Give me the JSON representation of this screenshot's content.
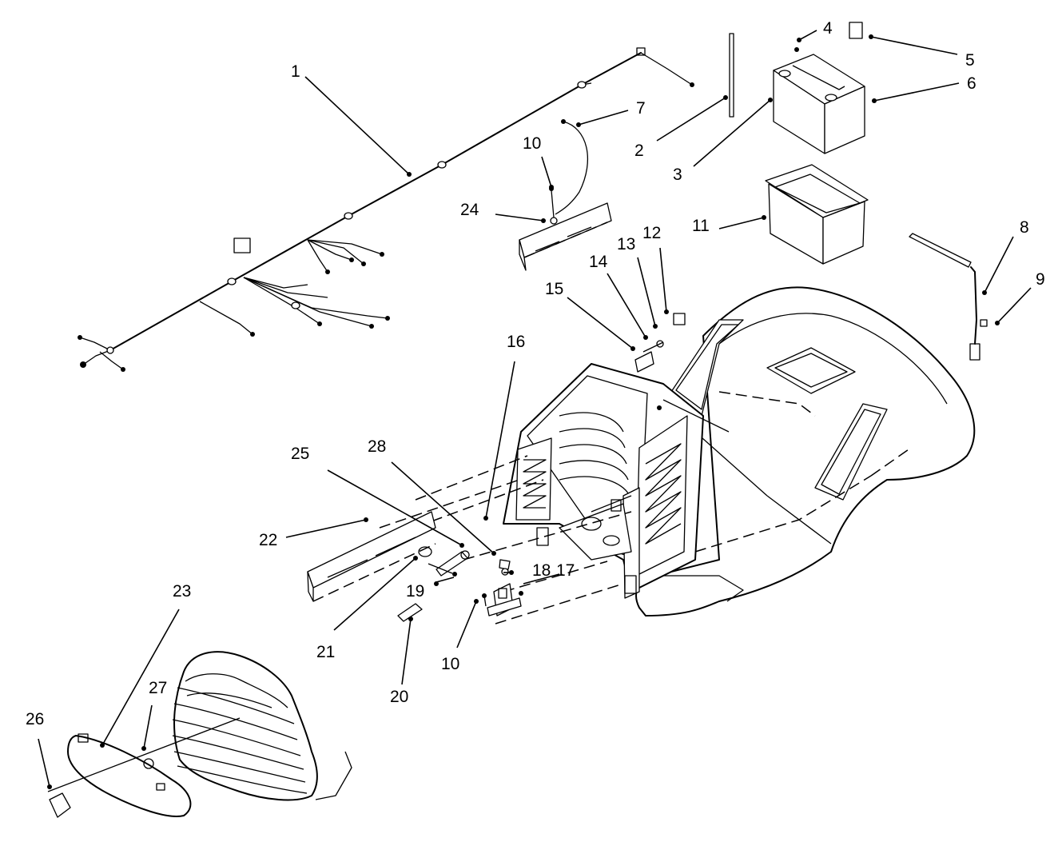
{
  "parts": [
    {
      "id": "1",
      "label": "1"
    },
    {
      "id": "2",
      "label": "2"
    },
    {
      "id": "3",
      "label": "3"
    },
    {
      "id": "4",
      "label": "4"
    },
    {
      "id": "5",
      "label": "5"
    },
    {
      "id": "6",
      "label": "6"
    },
    {
      "id": "7",
      "label": "7"
    },
    {
      "id": "8",
      "label": "8"
    },
    {
      "id": "9",
      "label": "9"
    },
    {
      "id": "10a",
      "label": "10"
    },
    {
      "id": "10b",
      "label": "10"
    },
    {
      "id": "11",
      "label": "11"
    },
    {
      "id": "12",
      "label": "12"
    },
    {
      "id": "13",
      "label": "13"
    },
    {
      "id": "14",
      "label": "14"
    },
    {
      "id": "15",
      "label": "15"
    },
    {
      "id": "16",
      "label": "16"
    },
    {
      "id": "17",
      "label": "17"
    },
    {
      "id": "18",
      "label": "18"
    },
    {
      "id": "19",
      "label": "19"
    },
    {
      "id": "20",
      "label": "20"
    },
    {
      "id": "21",
      "label": "21"
    },
    {
      "id": "22",
      "label": "22"
    },
    {
      "id": "23",
      "label": "23"
    },
    {
      "id": "24",
      "label": "24"
    },
    {
      "id": "25",
      "label": "25"
    },
    {
      "id": "26",
      "label": "26"
    },
    {
      "id": "27",
      "label": "27"
    },
    {
      "id": "28",
      "label": "28"
    }
  ]
}
